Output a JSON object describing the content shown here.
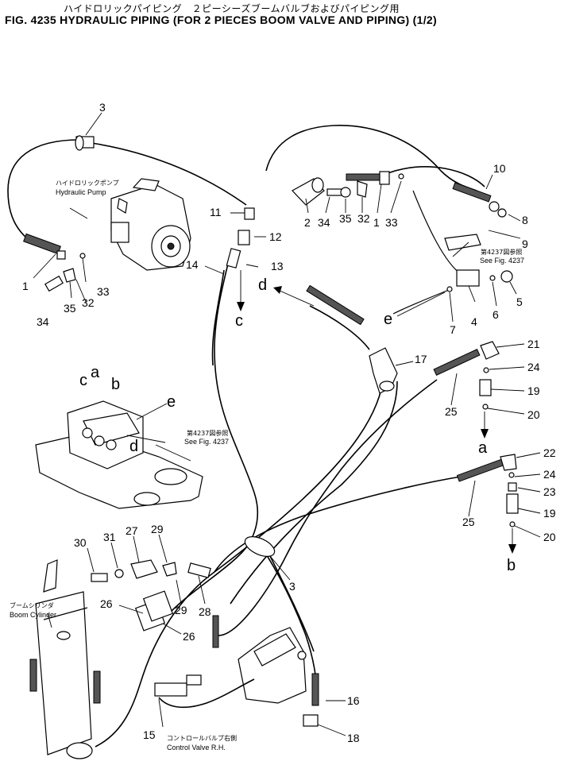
{
  "header": {
    "jp_title": "ハイドロリックパイピング　２ピーシーズブームバルブおよびパイピング用",
    "title": "FIG. 4235  HYDRAULIC PIPING (FOR 2 PIECES BOOM VALVE AND PIPING) (1/2)"
  },
  "labels": {
    "pump_jp": "ハイドロリックポンプ",
    "pump_en": "Hydraulic Pump",
    "see_fig_jp_1": "第4237図参照",
    "see_fig_en_1": "See Fig. 4237",
    "see_fig_jp_2": "第4237図参照",
    "see_fig_en_2": "See Fig. 4237",
    "boom_cyl_jp": "ブームシリンダ",
    "boom_cyl_en": "Boom Cylinder",
    "cv_jp": "コントロールバルブ右側",
    "cv_en": "Control Valve R.H."
  },
  "callouts": {
    "n3a": "3",
    "n10": "10",
    "n11": "11",
    "n8": "8",
    "n9": "9",
    "n12": "12",
    "n13": "13",
    "n14": "14",
    "n2": "2",
    "n34a": "34",
    "n35a": "35",
    "n32a": "32",
    "n1a": "1",
    "n33a": "33",
    "n1b": "1",
    "n33b": "33",
    "n32b": "32",
    "n35b": "35",
    "n34b": "34",
    "n4": "4",
    "n5": "5",
    "n6": "6",
    "n7": "7",
    "n17": "17",
    "n21": "21",
    "n24a": "24",
    "n19a": "19",
    "n20a": "20",
    "n25a": "25",
    "n22": "22",
    "n24b": "24",
    "n23": "23",
    "n19b": "19",
    "n20b": "20",
    "n25b": "25",
    "n30": "30",
    "n31": "31",
    "n27": "27",
    "n29a": "29",
    "n29b": "29",
    "n28": "28",
    "n26a": "26",
    "n26b": "26",
    "n3b": "3",
    "n16": "16",
    "n15": "15",
    "n18": "18"
  },
  "letters": {
    "c1": "c",
    "d1": "d",
    "e1": "e",
    "a1": "a",
    "b1": "b",
    "c2": "c",
    "a2": "a",
    "b2": "b",
    "e2": "e",
    "d2": "d"
  }
}
